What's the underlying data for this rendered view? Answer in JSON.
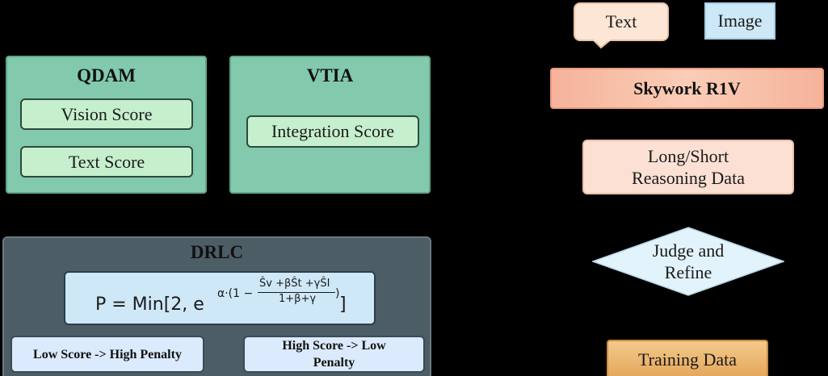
{
  "qdam": {
    "title": "QDAM",
    "vision_score": "Vision Score",
    "text_score": "Text Score"
  },
  "vtia": {
    "title": "VTIA",
    "integration_score": "Integration Score"
  },
  "drlc": {
    "title": "DRLC",
    "formula": {
      "lhs": "P = Min[2, e",
      "exp_prefix": "α·(1 −",
      "numerator": "Ŝv +βŜt +γŜI",
      "denominator": "1+β+γ",
      "exp_suffix": ")",
      "close": "]"
    },
    "low_score": "Low Score -> High Penalty",
    "high_score": "High Score -> Low Penalty"
  },
  "pipeline": {
    "text_input": "Text",
    "image_input": "Image",
    "model": "Skywork R1V",
    "reasoning_data": "Long/Short Reasoning Data",
    "judge": "Judge and Refine",
    "training_data": "Training Data"
  },
  "colors": {
    "background": "#000000",
    "module_green": "#82c9ad",
    "score_pill": "#c6f0cd",
    "drlc_panel": "#4d5d66",
    "formula_box": "#cfe8f7",
    "penalty_pill": "#dbeafc",
    "model_box": "#f5b39a",
    "reasoning_box": "#fbe0d3",
    "judge_diamond": "#e3f3fc",
    "training_box": "#e4a65a"
  }
}
